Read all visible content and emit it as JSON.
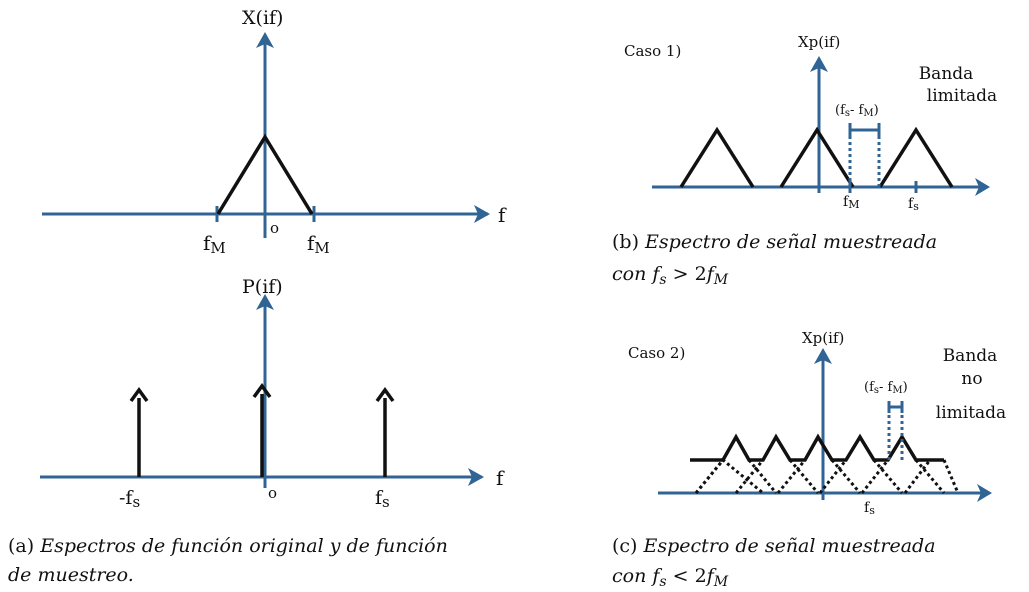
{
  "colors": {
    "axis": "#2f6494",
    "signal": "#111111",
    "background": "#ffffff"
  },
  "panel_a": {
    "top": {
      "y_label": "X(if)",
      "x_label": "f",
      "tick_left": "f",
      "tick_left_sub": "M",
      "origin": "o",
      "tick_right": "f",
      "tick_right_sub": "M"
    },
    "bottom": {
      "y_label": "P(if)",
      "x_label": "f",
      "tick_left": "-f",
      "tick_left_sub": "s",
      "origin": "o",
      "tick_right": "f",
      "tick_right_sub": "s"
    },
    "caption_tag": "(a)",
    "caption_line1": "Espectros de función original y de función",
    "caption_line2": "de muestreo."
  },
  "panel_b": {
    "case": "Caso 1)",
    "y_label": "Xp(if)",
    "band_line1": "Banda",
    "band_line2": "limitada",
    "gap_open": "(f",
    "gap_sub1": "s",
    "gap_mid": "- f",
    "gap_sub2": "M",
    "gap_close": ")",
    "tick_fm": "f",
    "tick_fm_sub": "M",
    "tick_fs": "f",
    "tick_fs_sub": "s",
    "caption_tag": "(b)",
    "caption_line1": "Espectro de señal muestreada",
    "caption_line2_text": "con ",
    "caption_math": "f",
    "caption_math_sub": "s",
    "caption_op": " > 2",
    "caption_math2": "f",
    "caption_math2_sub": "M"
  },
  "panel_c": {
    "case": "Caso 2)",
    "y_label": "Xp(if)",
    "band_line1": "Banda",
    "band_line2": "no",
    "band_line3": "limitada",
    "gap_open": "(f",
    "gap_sub1": "s",
    "gap_mid": "- f",
    "gap_sub2": "M",
    "gap_close": ")",
    "tick_fs": "f",
    "tick_fs_sub": "s",
    "caption_tag": "(c)",
    "caption_line1": "Espectro de señal muestreada",
    "caption_line2_text": "con ",
    "caption_math": "f",
    "caption_math_sub": "s",
    "caption_op": " < 2",
    "caption_math2": "f",
    "caption_math2_sub": "M"
  }
}
